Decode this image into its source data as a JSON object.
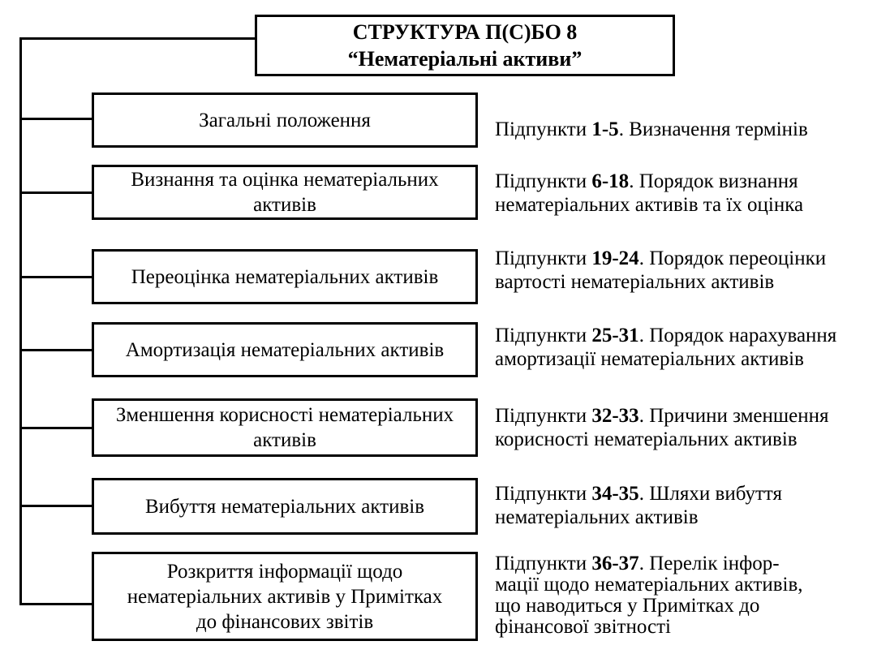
{
  "title": {
    "line1": "СТРУКТУРА П(С)БО 8",
    "line2": "“Нематеріальні активи”"
  },
  "sections": [
    {
      "box_lines": [
        "Загальні положення"
      ],
      "desc_prefix": "Підпункти ",
      "desc_range": "1-5",
      "desc_rest": ". Визначення термінів",
      "desc_more": []
    },
    {
      "box_lines": [
        "Визнання та оцінка нематеріальних",
        "активів"
      ],
      "desc_prefix": "Підпункти ",
      "desc_range": "6-18",
      "desc_rest": ". Порядок визнання",
      "desc_more": [
        "нематеріальних активів та їх оцінка"
      ]
    },
    {
      "box_lines": [
        "Переоцінка нематеріальних активів"
      ],
      "desc_prefix": "Підпункти ",
      "desc_range": "19-24",
      "desc_rest": ". Порядок  переоцінки",
      "desc_more": [
        "вартості нематеріальних активів"
      ]
    },
    {
      "box_lines": [
        "Амортизація нематеріальних активів"
      ],
      "desc_prefix": "Підпункти ",
      "desc_range": "25-31",
      "desc_rest": ". Порядок  нарахування",
      "desc_more": [
        "амортизації нематеріальних активів"
      ]
    },
    {
      "box_lines": [
        "Зменшення корисності нематеріальних",
        "активів"
      ],
      "desc_prefix": "Підпункти ",
      "desc_range": "32-33",
      "desc_rest": ". Причини  зменшення",
      "desc_more": [
        "корисності нематеріальних активів"
      ]
    },
    {
      "box_lines": [
        "Вибуття нематеріальних активів"
      ],
      "desc_prefix": "Підпункти ",
      "desc_range": "34-35",
      "desc_rest": ". Шляхи вибуття",
      "desc_more": [
        "нематеріальних активів"
      ]
    },
    {
      "box_lines": [
        "Розкриття інформації щодо",
        "нематеріальних активів у Примітках",
        "до фінансових звітів"
      ],
      "desc_prefix": "Підпункти ",
      "desc_range": "36-37",
      "desc_rest": ". Перелік інфор-",
      "desc_more": [
        "мації  щодо нематеріальних активів,",
        "що  наводиться у Примітках до",
        "фінансової звітності"
      ]
    }
  ]
}
